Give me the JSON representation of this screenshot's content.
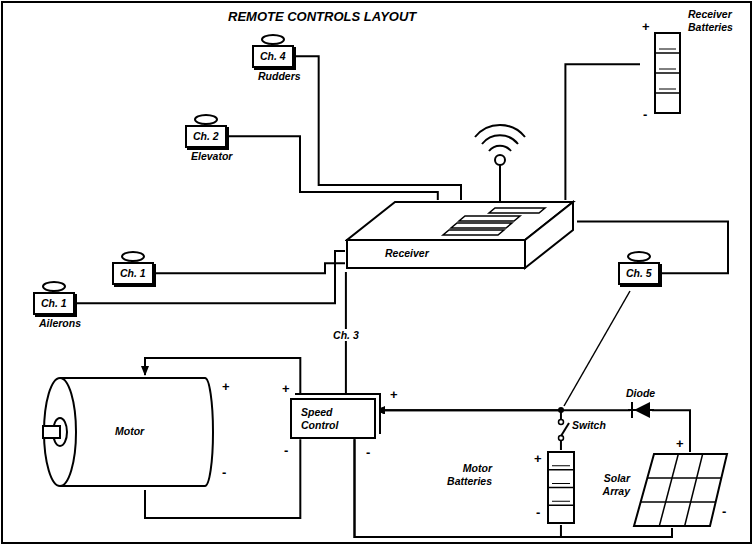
{
  "diagram": {
    "title": "REMOTE CONTROLS LAYOUT",
    "nodes": [
      {
        "text": [
          "Ch. 4",
          "Rudders"
        ]
      },
      {
        "text": [
          "Ch. 2",
          "Elevator"
        ]
      },
      {
        "text": [
          "Ch. 1"
        ]
      },
      {
        "text": [
          "Ch. 1",
          "Ailerons"
        ]
      },
      {
        "text": [
          "Receiver"
        ]
      },
      {
        "text": [
          "Receiver Batteries"
        ]
      },
      {
        "text": [
          "Ch. 5"
        ]
      },
      {
        "text": [
          "Motor"
        ]
      },
      {
        "text": [
          "Speed Control"
        ]
      },
      {
        "text": [
          "Motor Batteries"
        ]
      },
      {
        "text": [
          "Solar Array"
        ]
      }
    ],
    "edges": [
      {
        "from": 0,
        "to": 4,
        "arrow": "none"
      },
      {
        "from": 1,
        "to": 4,
        "arrow": "none"
      },
      {
        "from": 2,
        "to": 4,
        "arrow": "none"
      },
      {
        "from": 3,
        "to": 4,
        "arrow": "none"
      },
      {
        "from": 5,
        "to": 4,
        "arrow": "none"
      },
      {
        "from": 6,
        "to": 4,
        "arrow": "none"
      },
      {
        "from": 8,
        "to": 4,
        "label": "Ch. 3",
        "arrow": "none"
      },
      {
        "from": 8,
        "to": 7,
        "arrow": "to"
      },
      {
        "from": 9,
        "to": 8,
        "arrow": "to"
      },
      {
        "from": 10,
        "to": 8,
        "arrow": "to"
      },
      {
        "from": 8,
        "to": 7,
        "arrow": "none"
      },
      {
        "from": 9,
        "to": 8,
        "arrow": "none"
      },
      {
        "from": 10,
        "to": 8,
        "arrow": "none"
      }
    ],
    "labels": [
      "Switch",
      "Diode",
      "+",
      "-",
      "+",
      "-",
      "+",
      "-",
      "+",
      "-",
      "+",
      "-",
      "+",
      "-"
    ]
  }
}
